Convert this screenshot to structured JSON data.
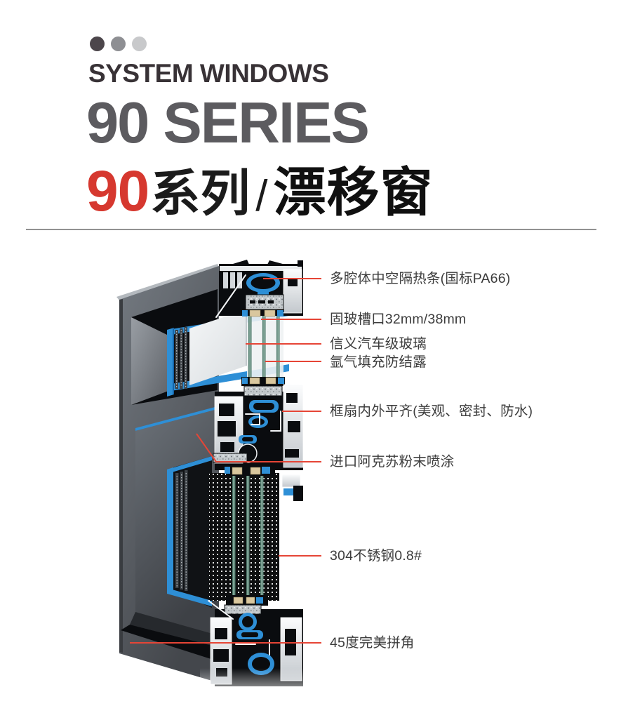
{
  "header": {
    "dots": [
      "#4c464b",
      "#8e8f93",
      "#c8c9cb"
    ],
    "eyebrow": "SYSTEM WINDOWS",
    "series_en": "90 SERIES",
    "series_cn": {
      "num": "90",
      "mid": "系列",
      "slash": "/",
      "name": "漂移窗"
    }
  },
  "callouts": [
    {
      "text": "多腔体中空隔热条(国标PA66)"
    },
    {
      "text": "固玻槽口32mm/38mm"
    },
    {
      "text": "信义汽车级玻璃"
    },
    {
      "text": "氩气填充防结露"
    },
    {
      "text": "框扇内外平齐(美观、密封、防水)"
    },
    {
      "text": "进口阿克苏粉末喷涂"
    },
    {
      "text": "304不锈钢0.8#"
    },
    {
      "text": "45度完美拼角"
    }
  ],
  "colors": {
    "accent_red": "#d6382f",
    "leader_red": "#e64536",
    "frame_blue": "#2e8fd6",
    "divider": "#929292"
  }
}
